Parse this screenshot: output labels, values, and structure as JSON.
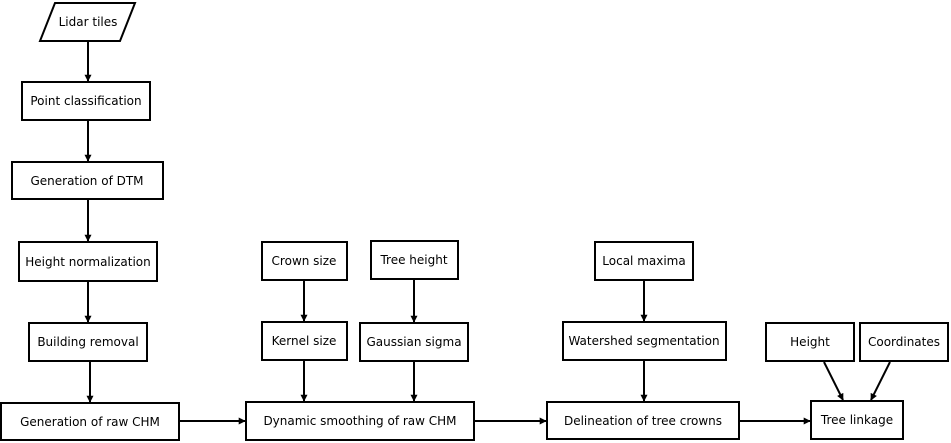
{
  "diagram": {
    "nodes": {
      "lidar_tiles": "Lidar tiles",
      "point_classification": "Point classification",
      "generation_dtm": "Generation of DTM",
      "height_normalization": "Height normalization",
      "building_removal": "Building removal",
      "generation_raw_chm": "Generation of raw CHM",
      "crown_size": "Crown size",
      "kernel_size": "Kernel size",
      "tree_height": "Tree height",
      "gaussian_sigma": "Gaussian sigma",
      "dynamic_smoothing": "Dynamic smoothing of raw CHM",
      "local_maxima": "Local maxima",
      "watershed_segmentation": "Watershed segmentation",
      "delineation_crowns": "Delineation of tree crowns",
      "height": "Height",
      "coordinates": "Coordinates",
      "tree_linkage": "Tree linkage"
    },
    "edges": [
      [
        "lidar_tiles",
        "point_classification"
      ],
      [
        "point_classification",
        "generation_dtm"
      ],
      [
        "generation_dtm",
        "height_normalization"
      ],
      [
        "height_normalization",
        "building_removal"
      ],
      [
        "building_removal",
        "generation_raw_chm"
      ],
      [
        "generation_raw_chm",
        "dynamic_smoothing"
      ],
      [
        "crown_size",
        "kernel_size"
      ],
      [
        "kernel_size",
        "dynamic_smoothing"
      ],
      [
        "tree_height",
        "gaussian_sigma"
      ],
      [
        "gaussian_sigma",
        "dynamic_smoothing"
      ],
      [
        "dynamic_smoothing",
        "delineation_crowns"
      ],
      [
        "local_maxima",
        "watershed_segmentation"
      ],
      [
        "watershed_segmentation",
        "delineation_crowns"
      ],
      [
        "delineation_crowns",
        "tree_linkage"
      ],
      [
        "height",
        "tree_linkage"
      ],
      [
        "coordinates",
        "tree_linkage"
      ]
    ]
  }
}
